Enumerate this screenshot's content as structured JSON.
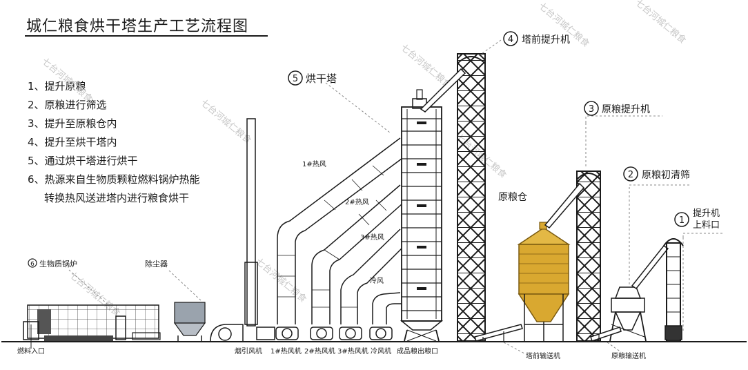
{
  "title": "城仁粮食烘干塔生产工艺流程图",
  "watermark": "七台河城仁粮食",
  "steps": [
    "1、提升原粮",
    "2、原粮进行筛选",
    "3、提升至原粮仓内",
    "4、提升至烘干塔内",
    "5、通过烘干塔进行烘干",
    "6、热源来自生物质颗粒燃料锅炉热能",
    "转换热风送进塔内进行粮食烘干"
  ],
  "callouts": {
    "c1": {
      "num": "1",
      "label_line1": "提升机",
      "label_line2": "上料口"
    },
    "c2": {
      "num": "2",
      "label": "原粮初清筛"
    },
    "c3": {
      "num": "3",
      "label": "原粮提升机"
    },
    "c4": {
      "num": "4",
      "label": "塔前提升机"
    },
    "c5": {
      "num": "5",
      "label": "烘干塔"
    },
    "c6": {
      "num": "⑥",
      "label": "生物质锅炉"
    }
  },
  "labels": {
    "silo": "原粮仓",
    "dust": "除尘器",
    "hot1": "1#热风",
    "hot2": "2#热风",
    "hot3": "3#热风",
    "cold": "冷风"
  },
  "bottom_labels": {
    "fuel": "燃料入口",
    "fan_draft": "烟引风机",
    "fan1": "1#热风机",
    "fan2": "2#热风机",
    "fan3": "3#热风机",
    "fan_cold": "冷风机",
    "outlet": "成品粮出粮口",
    "conv_front": "塔前输送机",
    "conv_raw": "原粮输送机"
  },
  "colors": {
    "line": "#1a1a1a",
    "silo_fill": "#d9a830",
    "silo_stroke": "#7a5a10",
    "watermark": "#c8c8c8"
  }
}
